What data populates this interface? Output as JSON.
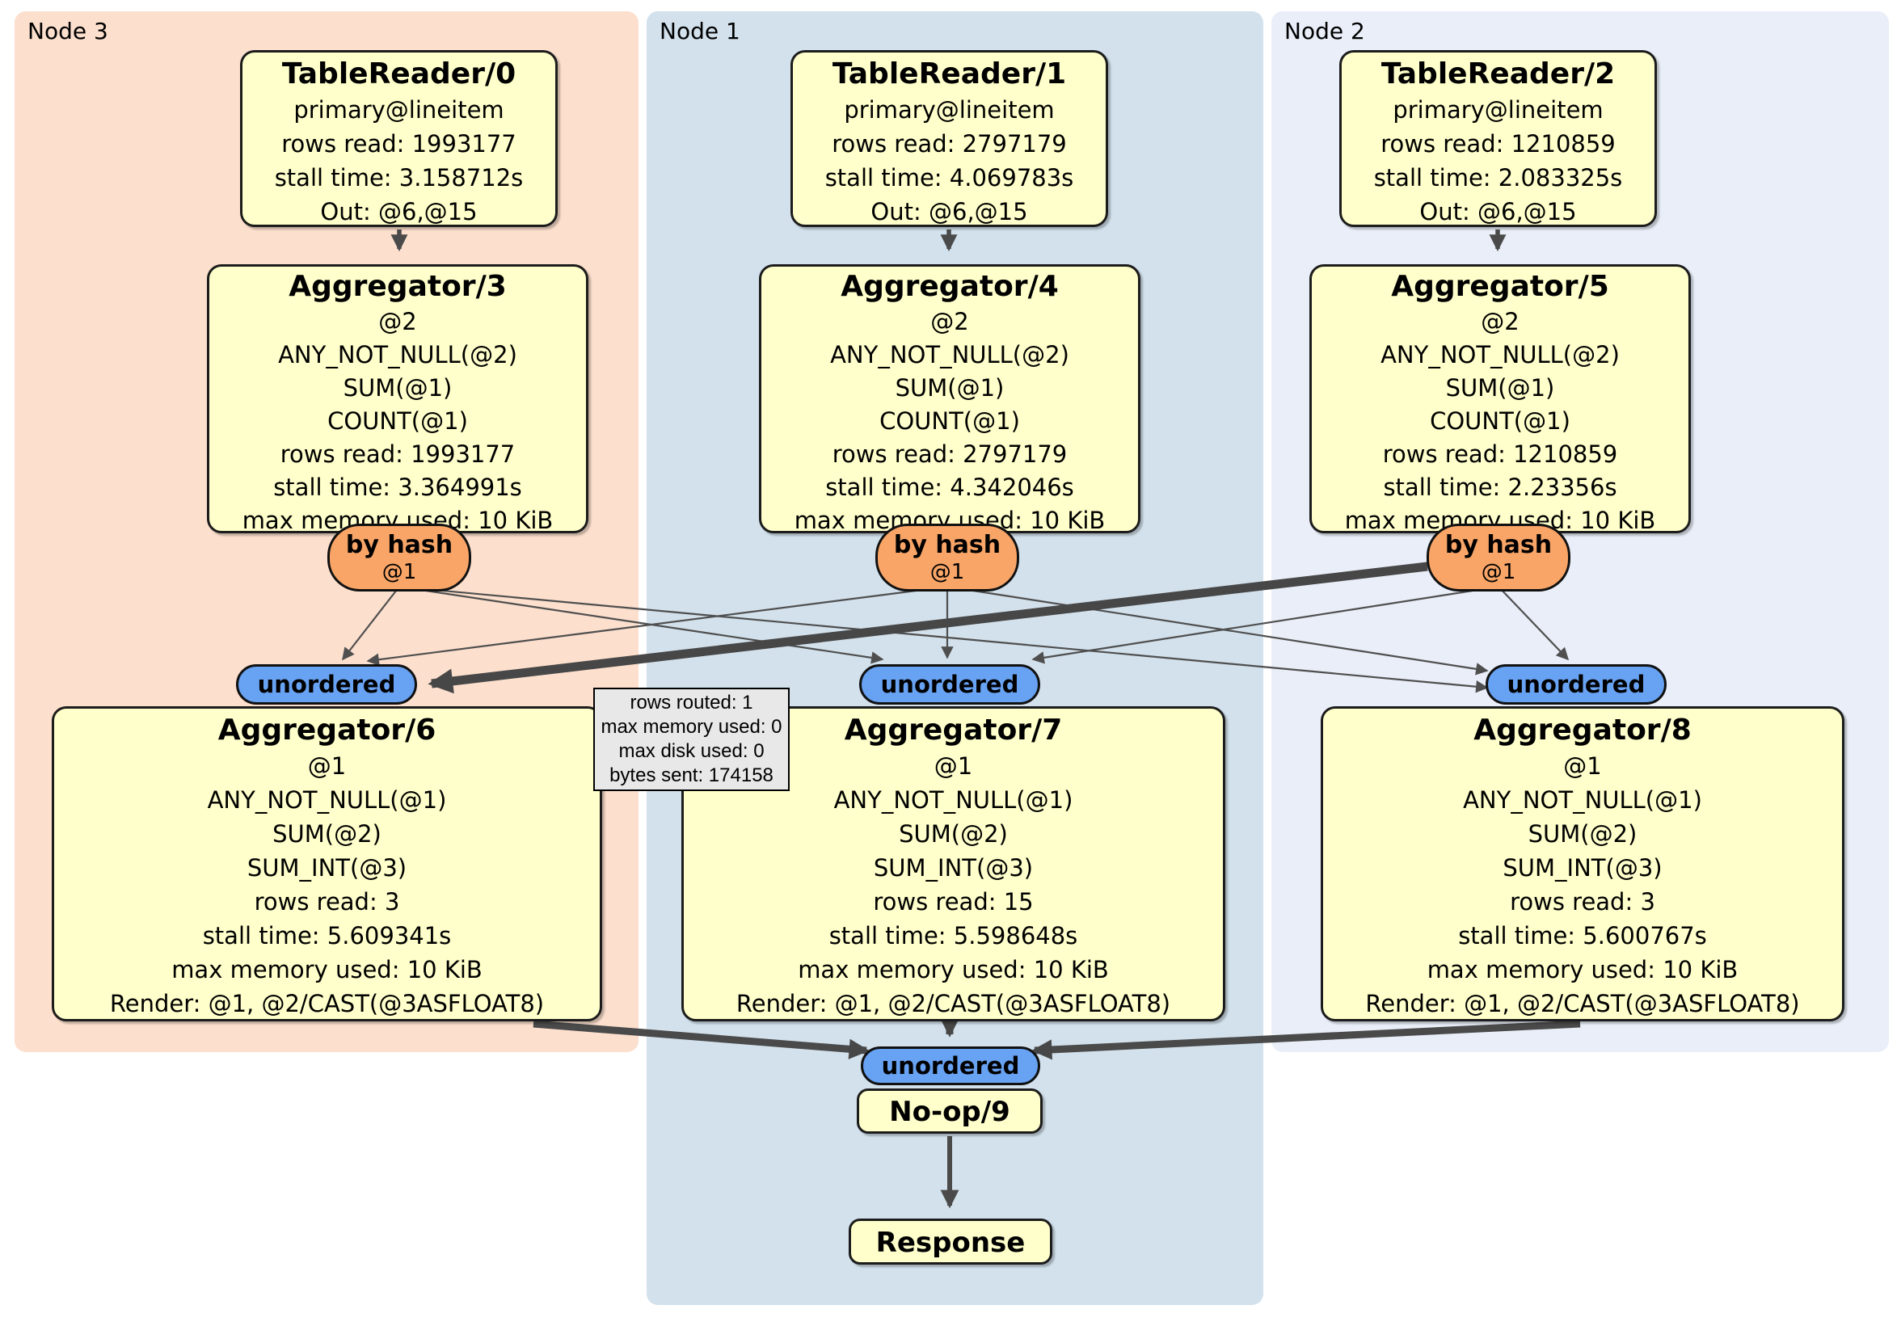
{
  "diagram": {
    "columns": [
      {
        "node_label": "Node 3",
        "table_reader": {
          "title": "TableReader/0",
          "index": "primary@lineitem",
          "rows_read": "rows read: 1993177",
          "stall_time": "stall time: 3.158712s",
          "out": "Out: @6,@15"
        },
        "aggregator_top": {
          "title": "Aggregator/3",
          "group": "@2",
          "fn1": "ANY_NOT_NULL(@2)",
          "fn2": "SUM(@1)",
          "fn3": "COUNT(@1)",
          "rows_read": "rows read: 1993177",
          "stall_time": "stall time: 3.364991s",
          "max_memory": "max memory used: 10 KiB"
        },
        "router": {
          "label": "by hash",
          "key": "@1"
        },
        "stream_label": "unordered",
        "aggregator_bottom": {
          "title": "Aggregator/6",
          "group": "@1",
          "fn1": "ANY_NOT_NULL(@1)",
          "fn2": "SUM(@2)",
          "fn3": "SUM_INT(@3)",
          "rows_read": "rows read: 3",
          "stall_time": "stall time: 5.609341s",
          "max_memory": "max memory used: 10 KiB",
          "render": "Render: @1, @2/CAST(@3ASFLOAT8)"
        }
      },
      {
        "node_label": "Node 1",
        "table_reader": {
          "title": "TableReader/1",
          "index": "primary@lineitem",
          "rows_read": "rows read: 2797179",
          "stall_time": "stall time: 4.069783s",
          "out": "Out: @6,@15"
        },
        "aggregator_top": {
          "title": "Aggregator/4",
          "group": "@2",
          "fn1": "ANY_NOT_NULL(@2)",
          "fn2": "SUM(@1)",
          "fn3": "COUNT(@1)",
          "rows_read": "rows read: 2797179",
          "stall_time": "stall time: 4.342046s",
          "max_memory": "max memory used: 10 KiB"
        },
        "router": {
          "label": "by hash",
          "key": "@1"
        },
        "stream_label": "unordered",
        "aggregator_bottom": {
          "title": "Aggregator/7",
          "group": "@1",
          "fn1": "ANY_NOT_NULL(@1)",
          "fn2": "SUM(@2)",
          "fn3": "SUM_INT(@3)",
          "rows_read": "rows read: 15",
          "stall_time": "stall time: 5.598648s",
          "max_memory": "max memory used: 10 KiB",
          "render": "Render: @1, @2/CAST(@3ASFLOAT8)"
        }
      },
      {
        "node_label": "Node 2",
        "table_reader": {
          "title": "TableReader/2",
          "index": "primary@lineitem",
          "rows_read": "rows read: 1210859",
          "stall_time": "stall time: 2.083325s",
          "out": "Out: @6,@15"
        },
        "aggregator_top": {
          "title": "Aggregator/5",
          "group": "@2",
          "fn1": "ANY_NOT_NULL(@2)",
          "fn2": "SUM(@1)",
          "fn3": "COUNT(@1)",
          "rows_read": "rows read: 1210859",
          "stall_time": "stall time: 2.23356s",
          "max_memory": "max memory used: 10 KiB"
        },
        "router": {
          "label": "by hash",
          "key": "@1"
        },
        "stream_label": "unordered",
        "aggregator_bottom": {
          "title": "Aggregator/8",
          "group": "@1",
          "fn1": "ANY_NOT_NULL(@1)",
          "fn2": "SUM(@2)",
          "fn3": "SUM_INT(@3)",
          "rows_read": "rows read: 3",
          "stall_time": "stall time: 5.600767s",
          "max_memory": "max memory used: 10 KiB",
          "render": "Render: @1, @2/CAST(@3ASFLOAT8)"
        }
      }
    ],
    "sink": {
      "stream_label": "unordered",
      "noop_title": "No-op/9",
      "response_title": "Response"
    },
    "edge_tooltip": {
      "rows_routed": "rows routed: 1",
      "max_memory": "max memory used: 0",
      "max_disk": "max disk used: 0",
      "bytes_sent": "bytes sent: 174158"
    },
    "colors": {
      "node3_bg": "#fcdfcd",
      "node1_bg": "#d2e1ec",
      "node2_bg": "#e9eef8",
      "processor_fill": "#ffffcb",
      "router_fill": "#f8a567",
      "stream_fill": "#68a2f3",
      "edge": "#4f4f4f",
      "tooltip_bg": "#e8e8e8"
    }
  }
}
